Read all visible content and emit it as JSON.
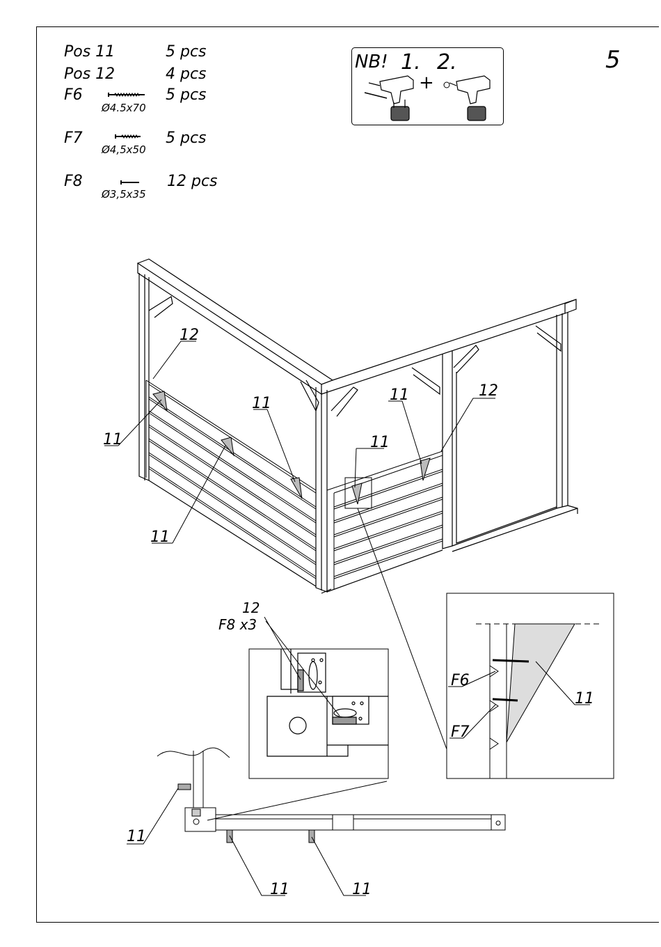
{
  "page": {
    "number": "5"
  },
  "parts": [
    {
      "name": "Pos  11",
      "qty": "5 pcs",
      "dim": ""
    },
    {
      "name": "Pos  12",
      "qty": "4 pcs",
      "dim": ""
    },
    {
      "name": "F6",
      "qty": "5 pcs",
      "dim": "Ø4.5x70"
    },
    {
      "name": "F7",
      "qty": "5 pcs",
      "dim": "Ø4,5x50"
    },
    {
      "name": "F8",
      "qty": "12 pcs",
      "dim": "Ø3,5x35"
    }
  ],
  "note": {
    "nb": "NB!",
    "step1": "1.",
    "step2": "2."
  },
  "labels": {
    "pos11": "11",
    "pos12": "12",
    "detail_pos12": "12",
    "detail_f8": "F8  x3",
    "f6": "F6",
    "f7": "F7"
  }
}
